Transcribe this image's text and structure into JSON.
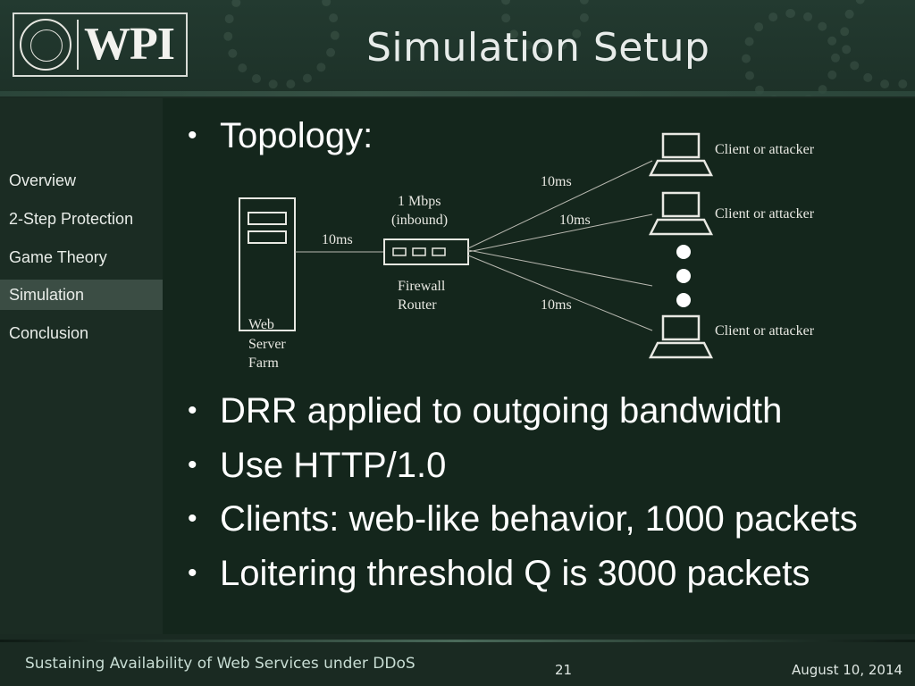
{
  "slide": {
    "title": "Simulation Setup",
    "logo_text": "WPI"
  },
  "sidebar": {
    "items": [
      {
        "label": "Overview"
      },
      {
        "label": "2-Step Protection"
      },
      {
        "label": "Game Theory"
      },
      {
        "label": "Simulation"
      },
      {
        "label": "Conclusion"
      }
    ],
    "active": "Simulation"
  },
  "bullets": [
    "Topology:",
    "DRR applied to outgoing bandwidth",
    "Use HTTP/1.0",
    "Clients: web-like behavior, 1000 packets",
    "Loitering threshold Q is 3000 packets"
  ],
  "diagram": {
    "server_label": [
      "Web",
      "Server",
      "Farm"
    ],
    "server_link": "10ms",
    "router_bandwidth": [
      "1 Mbps",
      "(inbound)"
    ],
    "router_label": [
      "Firewall",
      "Router"
    ],
    "client_links": [
      "10ms",
      "10ms",
      "10ms"
    ],
    "client_label": "Client or attacker"
  },
  "footer": {
    "title": "Sustaining Availability of Web Services under DDoS",
    "page_number": "21",
    "date": "August 10, 2014"
  },
  "colors": {
    "background": "#1a2a22",
    "content_bg": "#14261c",
    "header_bg": "#233a30",
    "active_nav": "#3b4d44",
    "footer_text": "#c8ddd4"
  }
}
